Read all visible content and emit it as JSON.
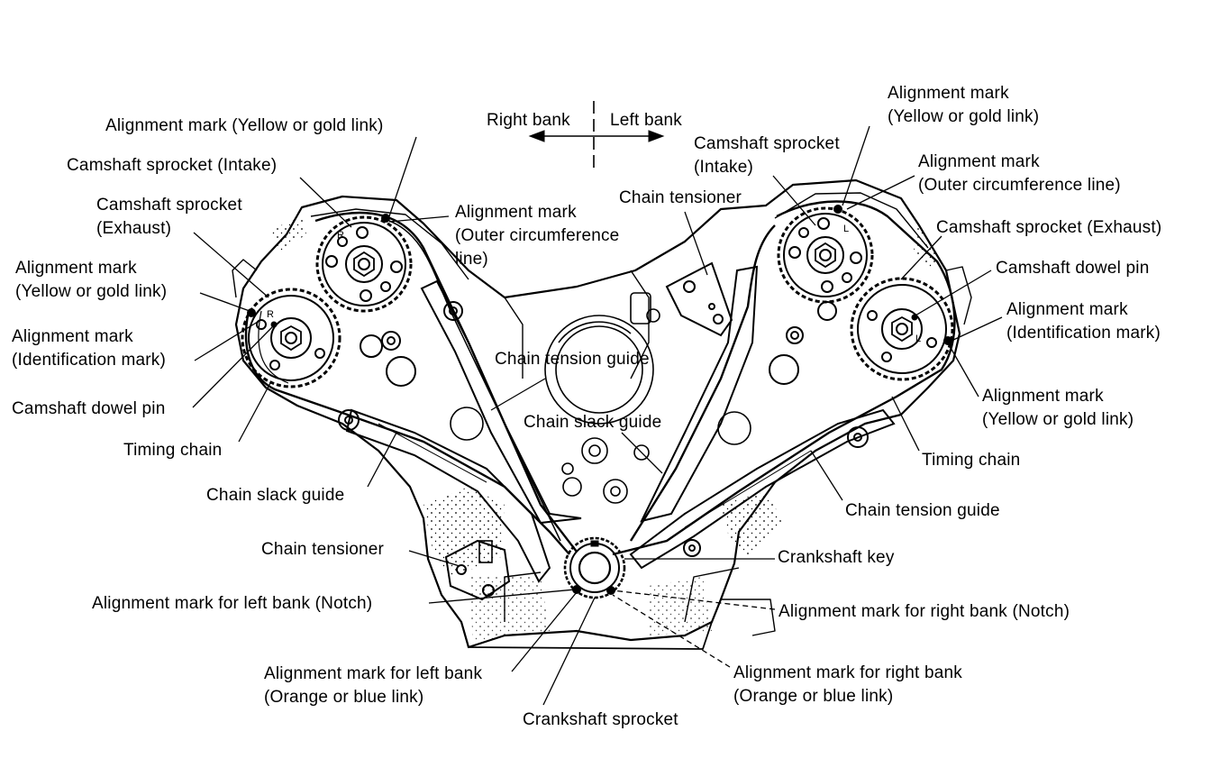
{
  "labels": {
    "direction_right": "Right bank",
    "direction_left": "Left bank",
    "right_side": {
      "align_yellow_top": "Alignment mark (Yellow or gold link)",
      "cam_intake": "Camshaft sprocket (Intake)",
      "cam_exhaust_1": "Camshaft sprocket",
      "cam_exhaust_2": "(Exhaust)",
      "align_outer_1": "Alignment mark",
      "align_outer_2": "(Outer circumference",
      "align_outer_3": "line)",
      "align_yellow_1": "Alignment mark",
      "align_yellow_2": "(Yellow or gold link)",
      "align_ident_1": "Alignment mark",
      "align_ident_2": "(Identification mark)",
      "dowel_pin": "Camshaft dowel pin",
      "timing_chain": "Timing chain",
      "slack_guide": "Chain slack guide",
      "tensioner": "Chain tensioner",
      "crank_left_notch": "Alignment mark for left bank (Notch)",
      "crank_left_link_1": "Alignment mark for left bank",
      "crank_left_link_2": "(Orange or blue link)"
    },
    "center": {
      "tension_guide": "Chain tension guide",
      "slack_guide": "Chain slack guide",
      "crank_sprocket": "Crankshaft sprocket"
    },
    "left_side": {
      "align_yellow_top_1": "Alignment mark",
      "align_yellow_top_2": "(Yellow or gold link)",
      "cam_intake_1": "Camshaft sprocket",
      "cam_intake_2": "(Intake)",
      "align_outer_1": "Alignment mark",
      "align_outer_2": "(Outer circumference line)",
      "tensioner": "Chain tensioner",
      "cam_exhaust": "Camshaft sprocket (Exhaust)",
      "dowel_pin": "Camshaft dowel pin",
      "align_ident_1": "Alignment mark",
      "align_ident_2": "(Identification mark)",
      "align_yellow_1": "Alignment mark",
      "align_yellow_2": "(Yellow or gold link)",
      "timing_chain": "Timing chain",
      "tension_guide": "Chain tension guide",
      "crank_key": "Crankshaft key",
      "crank_right_notch": "Alignment mark for right bank (Notch)",
      "crank_right_link_1": "Alignment mark for right bank",
      "crank_right_link_2": "(Orange or blue link)"
    }
  },
  "sprocket_marks": {
    "right_intake": "R",
    "right_exhaust": "R",
    "left_intake": "L",
    "left_exhaust": "L"
  }
}
